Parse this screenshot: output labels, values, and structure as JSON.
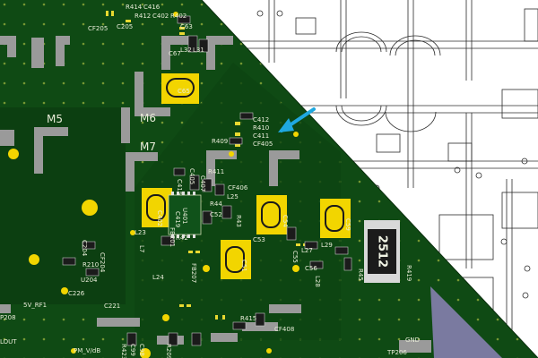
{
  "view": {
    "layer_a": "pcb-3d-render",
    "layer_b": "pcb-wireframe-outline",
    "highlight_icon": "arrow-icon"
  },
  "colors": {
    "board": "#0f4a14",
    "board_dark": "#0b3a10",
    "pad_gray": "#9a9a9a",
    "pad_gold": "#f2d500",
    "silkscreen": "#e8ecd8",
    "arrow": "#1fa8e0",
    "outline": "#2b2b2b",
    "resistor_body": "#1b1b1b"
  },
  "labels": {
    "top_row": [
      "R414",
      "C416",
      "R412",
      "C402",
      "R402",
      "CF205"
    ],
    "section_m5": "M5",
    "section_m6": "M6",
    "section_m7": "M7",
    "c65": "C65",
    "l32": "L32",
    "l31": "L31",
    "c67": "C67",
    "c63": "C63",
    "c412": "C412",
    "r410": "R410",
    "c411": "C411",
    "cf405": "CF405",
    "r409": "R409",
    "r411": "R411",
    "cf406": "CF406",
    "c402": "C402",
    "c54": "C54",
    "c59": "C59",
    "c51": "C51",
    "l25": "L25",
    "r44": "R44",
    "l23": "L23",
    "l24": "L24",
    "l27": "L27",
    "l28": "L28",
    "l29": "L29",
    "c56": "C56",
    "c55": "C55",
    "c53": "C53",
    "c52": "C52",
    "r42": "R42",
    "r43": "R43",
    "c405": "C405",
    "c407": "C407",
    "c419": "C419",
    "u401": "U401",
    "fb201": "FB201",
    "fb207": "FB207",
    "c204": "C204",
    "r210": "R210",
    "u204": "U204",
    "c226": "C226",
    "c221": "C221",
    "cf204": "CF204",
    "r45": "R45",
    "r419": "R419",
    "r415": "R415",
    "cf408": "CF408",
    "r423": "R423",
    "c99": "C99",
    "c98": "C98",
    "r209": "R209",
    "p208": "P208",
    "rf1": "5V_RF1",
    "lout": "LOUT",
    "pmvdb": "PM_V/dB",
    "gnd": "GND",
    "tp206": "TP206",
    "resistor_2512": "2512",
    "l7": "L7",
    "c415": "C415",
    "c205": "C205"
  }
}
